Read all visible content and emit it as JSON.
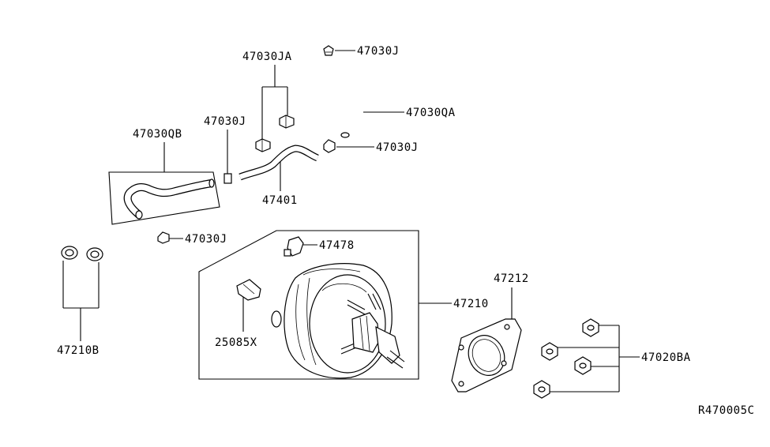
{
  "labels": {
    "p47030JA": "47030JA",
    "p47030J_top": "47030J",
    "p47030QA": "47030QA",
    "p47030J_left": "47030J",
    "p47030QB": "47030QB",
    "p47030J_mid": "47030J",
    "p47401": "47401",
    "p47030J_low": "47030J",
    "p47478": "47478",
    "p47212": "47212",
    "p47210": "47210",
    "p25085X": "25085X",
    "p47210B": "47210B",
    "p47020BA": "47020BA",
    "diagram_code": "R470005C"
  }
}
